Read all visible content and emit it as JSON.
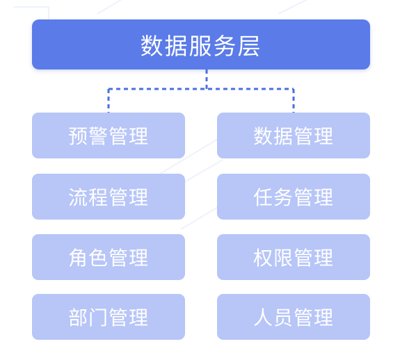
{
  "diagram": {
    "root": {
      "label": "数据服务层"
    },
    "children_left": [
      {
        "label": "预警管理"
      },
      {
        "label": "流程管理"
      },
      {
        "label": "角色管理"
      },
      {
        "label": "部门管理"
      }
    ],
    "children_right": [
      {
        "label": "数据管理"
      },
      {
        "label": "任务管理"
      },
      {
        "label": "权限管理"
      },
      {
        "label": "人员管理"
      }
    ]
  },
  "colors": {
    "root_fill": "#5a7be8",
    "child_fill": "#b7c5f7",
    "connector": "#4a6fe0",
    "text": "#ffffff"
  }
}
